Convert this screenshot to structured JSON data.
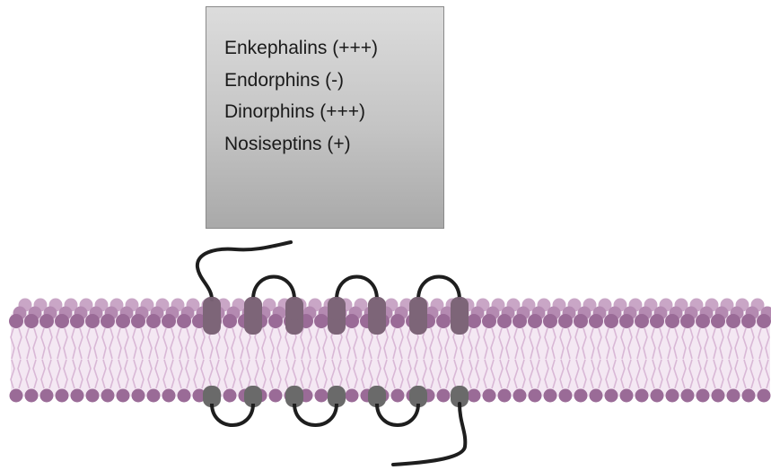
{
  "ligands": [
    "Enkephalins (+++)",
    "Endorphins (-)",
    "Dinorphins (+++)",
    "Nosiseptins (+)"
  ],
  "colors": {
    "box_top": "#dcdcdc",
    "box_bottom": "#a9a9a9",
    "lipid_head": "#9a6b97",
    "lipid_head_back": "#c9a6c6",
    "lipid_tail": "#d9b8d6",
    "membrane_band": "#f4e8f3",
    "receptor_segment": "#7d6578",
    "receptor_chain": "#1e1e1e"
  },
  "diagram": {
    "receptor_transmembrane_segments": 7
  }
}
